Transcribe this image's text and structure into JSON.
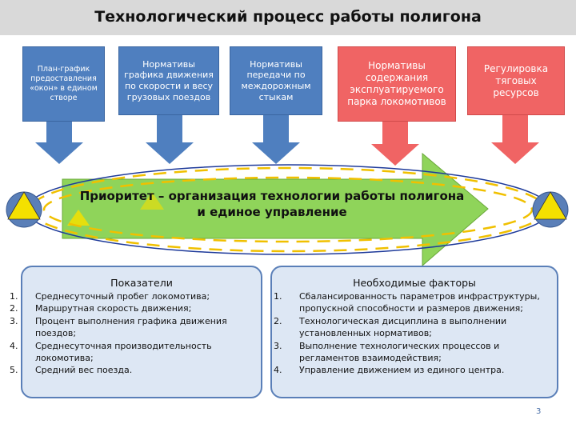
{
  "title": "Технологический процесс работы полигона",
  "top_boxes": [
    {
      "text": "План-график предоставления «окон» в едином створе",
      "color": "#4f7fbf"
    },
    {
      "text": "Нормативы графика движения по скорости и весу грузовых поездов",
      "color": "#4f7fbf"
    },
    {
      "text": "Нормативы передачи по междорожным стыкам",
      "color": "#4f7fbf"
    },
    {
      "text": "Нормативы содержания эксплуатируемого парка локомотивов",
      "color": "#f06464"
    },
    {
      "text": "Регулировка тяговых ресурсов",
      "color": "#f06464"
    }
  ],
  "center": {
    "line1": "Приоритет – организация технологии работы полигона",
    "line2": "и единое управление"
  },
  "indicators": {
    "title": "Показатели",
    "items": [
      {
        "num": "1.",
        "text": "Среднесуточный пробег локомотива;"
      },
      {
        "num": "2.",
        "text": " Маршрутная скорость движения;"
      },
      {
        "num": "3.",
        "text": "Процент выполнения графика движения поездов;"
      },
      {
        "num": "4.",
        "text": "Среднесуточная производительность локомотива;"
      },
      {
        "num": "5.",
        "text": "Средний вес поезда."
      }
    ]
  },
  "factors": {
    "title": "Необходимые факторы",
    "items": [
      {
        "num": "1.",
        "text": "Сбалансированность параметров инфраструктуры, пропускной способности и размеров движения;"
      },
      {
        "num": "2.",
        "text": " Технологическая дисциплина в выполнении установленных нормативов;"
      },
      {
        "num": "3.",
        "text": "Выполнение технологических процессов и регламентов взаимодействия;"
      },
      {
        "num": "4.",
        "text": "Управление движением из единого центра."
      }
    ]
  },
  "page_number": "3",
  "colors": {
    "blue": "#4f7fbf",
    "red": "#f06464",
    "green_arrow": "#8fd45a",
    "ellipse_dash": "#f0c000",
    "triangle": "#f4e000",
    "circle": "#5a7fb8"
  }
}
